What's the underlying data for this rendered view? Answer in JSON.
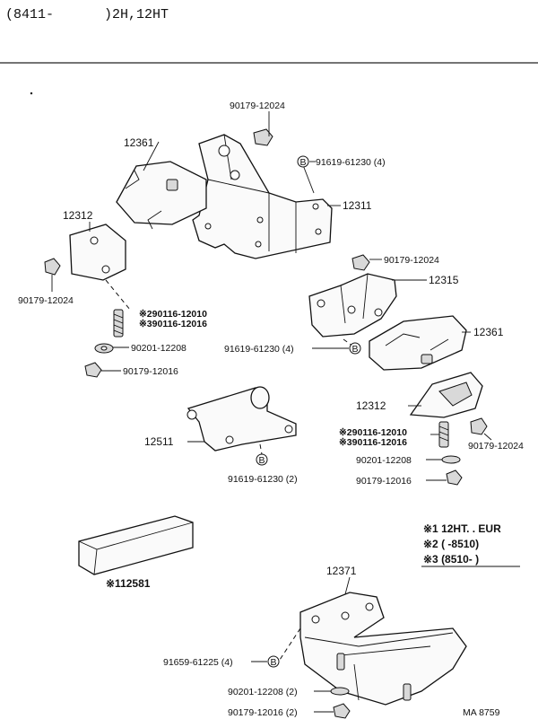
{
  "header": {
    "code": "(8411-",
    "models": ")2H,12HT"
  },
  "labels": {
    "p_90179_12024_top": "90179-12024",
    "p_12361_top": "12361",
    "p_91619_61230_4_top": "91619-61230 (4)",
    "p_12311": "12311",
    "p_12312_left": "12312",
    "p_90179_12024_left": "90179-12024",
    "p_90116_12010_left": "※290116-12010",
    "p_90116_12016_left": "※390116-12016",
    "p_90201_12208_left": "90201-12208",
    "p_90179_12016_left": "90179-12016",
    "p_90179_12024_mid": "90179-12024",
    "p_12315": "12315",
    "p_91619_61230_4_mid": "91619-61230 (4)",
    "p_12361_right": "12361",
    "p_12312_right": "12312",
    "p_90116_12010_right": "※290116-12010",
    "p_90116_12016_right": "※390116-12016",
    "p_90179_12024_right": "90179-12024",
    "p_90201_12208_right": "90201-12208",
    "p_90179_12016_right": "90179-12016",
    "p_12511": "12511",
    "p_91619_61230_2": "91619-61230 (2)",
    "p_12581": "※112581",
    "p_12371": "12371",
    "p_91659_61225_4": "91659-61225 (4)",
    "p_90201_12208_bottom": "90201-12208 (2)",
    "p_90179_12016_bottom": "90179-12016 (2)",
    "b_marker": "B"
  },
  "legend": {
    "row1": "※1 12HT. . EUR",
    "row2": "※2 (      -8510)",
    "row3": "※3 (8510-        )"
  },
  "footer": {
    "ref": "MA 8759"
  }
}
